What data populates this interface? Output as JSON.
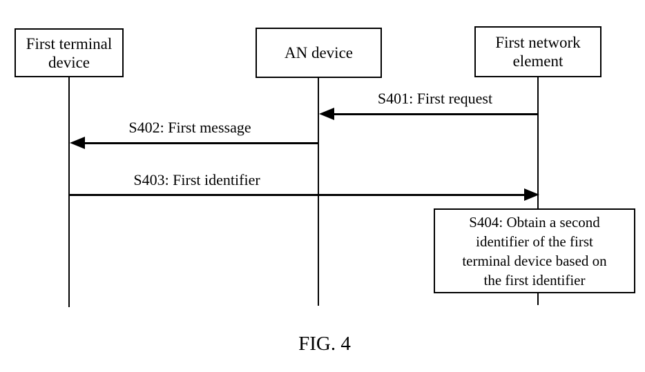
{
  "diagram": {
    "actors": [
      {
        "id": "first-terminal-device",
        "label": "First terminal\ndevice"
      },
      {
        "id": "an-device",
        "label": "AN device"
      },
      {
        "id": "first-network-element",
        "label": "First network\nelement"
      }
    ],
    "messages": [
      {
        "id": "S401",
        "label": "S401: First request",
        "from": "first-network-element",
        "to": "an-device",
        "direction": "left"
      },
      {
        "id": "S402",
        "label": "S402: First message",
        "from": "an-device",
        "to": "first-terminal-device",
        "direction": "left"
      },
      {
        "id": "S403",
        "label": "S403: First identifier",
        "from": "first-terminal-device",
        "to": "first-network-element",
        "direction": "right"
      }
    ],
    "action": {
      "id": "S404",
      "actor": "first-network-element",
      "label": "S404: Obtain a second\nidentifier of the first\nterminal device based on\nthe first identifier"
    },
    "caption": "FIG. 4"
  },
  "colors": {
    "line": "#000000",
    "background": "#ffffff",
    "box_fill": "#ffffff"
  }
}
